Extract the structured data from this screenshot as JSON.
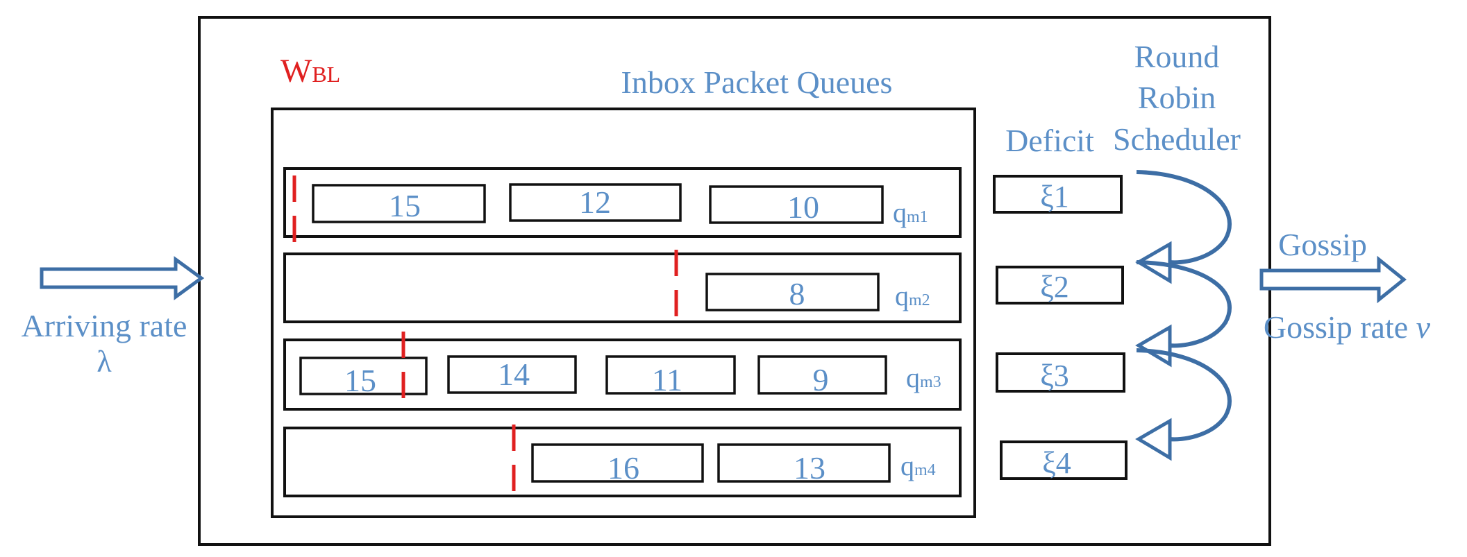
{
  "input": {
    "label": "Arriving rate",
    "symbol": "λ"
  },
  "output": {
    "top_label": "Gossip",
    "rate_label": "Gossip rate",
    "rate_symbol": "v"
  },
  "window_label": {
    "main": "W",
    "sub": "BL"
  },
  "queues_title": "Inbox Packet Queues",
  "deficit_title": "Deficit",
  "scheduler_title": [
    "Round",
    "Robin",
    "Scheduler"
  ],
  "queues": [
    {
      "name": "q",
      "sub": "m1",
      "packets": [
        "15",
        "12",
        "10"
      ],
      "deficit": "ξ1"
    },
    {
      "name": "q",
      "sub": "m2",
      "packets": [
        "8"
      ],
      "deficit": "ξ2"
    },
    {
      "name": "q",
      "sub": "m3",
      "packets": [
        "15",
        "14",
        "11",
        "9"
      ],
      "deficit": "ξ3"
    },
    {
      "name": "q",
      "sub": "m4",
      "packets": [
        "16",
        "13"
      ],
      "deficit": "ξ4"
    }
  ],
  "colors": {
    "label": "#5b8fc7",
    "window": "#e02020",
    "arrow": "#3d6ea5",
    "stroke": "#111111"
  }
}
